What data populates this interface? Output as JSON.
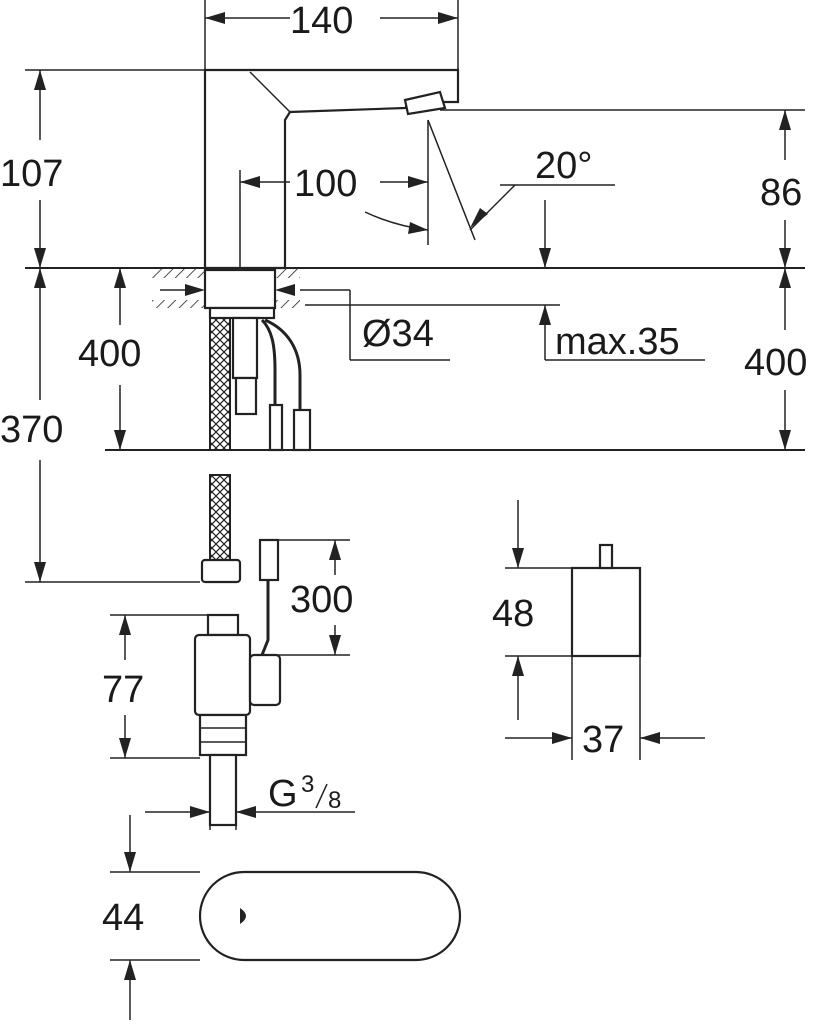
{
  "drawing": {
    "dimensions": {
      "spout_length": "140",
      "body_height": "107",
      "reach": "100",
      "angle": "20°",
      "outlet_height": "86",
      "install_depth_left": "400",
      "install_depth_right": "400",
      "hole_diameter": "Ø34",
      "deck_thickness": "max.35",
      "hose_length": "370",
      "cable_length": "300",
      "valve_height": "77",
      "box_height": "48",
      "box_width": "37",
      "thread_main": "G",
      "thread_num": "3",
      "thread_den": "8",
      "base_width": "44"
    }
  }
}
